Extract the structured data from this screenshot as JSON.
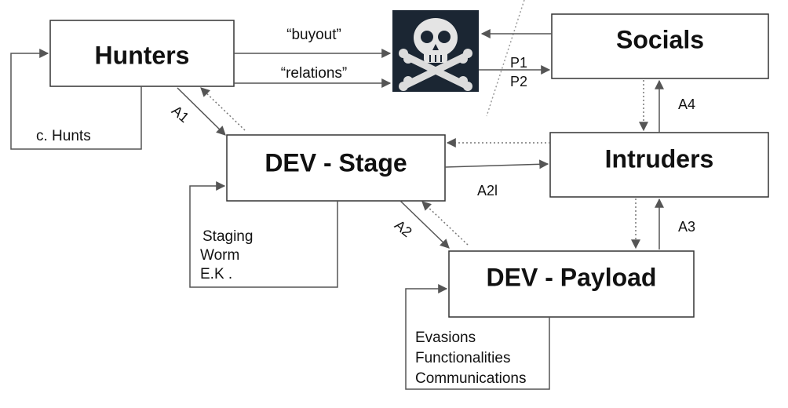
{
  "nodes": {
    "hunters": "Hunters",
    "socials": "Socials",
    "dev_stage": "DEV - Stage",
    "intruders": "Intruders",
    "dev_payload": "DEV - Payload"
  },
  "edge_labels": {
    "buyout": "“buyout”",
    "relations": "“relations”",
    "p1": "P1",
    "p2": "P2",
    "a1": "A1",
    "a2": "A2",
    "a2l": "A2l",
    "a3": "A3",
    "a4": "A4"
  },
  "self_loops": {
    "hunters": [
      "c.  Hunts"
    ],
    "dev_stage": [
      "Staging",
      "Worm",
      "E.K ."
    ],
    "dev_payload": [
      "Evasions",
      "Functionalities",
      "Communications"
    ]
  },
  "icons": {
    "central": "skull-and-crossbones-icon"
  },
  "colors": {
    "arrow": "#555555",
    "box_border": "#333333",
    "skull_bg": "#1b2633"
  }
}
